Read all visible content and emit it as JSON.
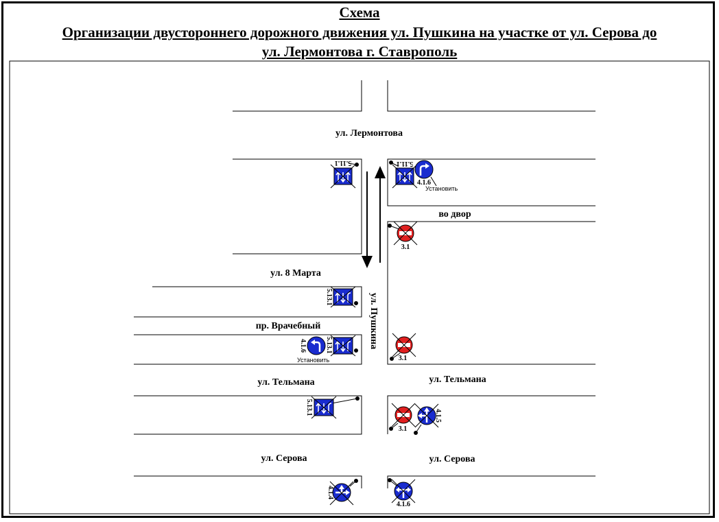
{
  "title": {
    "line1": "Схема",
    "line2": "Организации двустороннего дорожного движения ул. Пушкина на участке от ул. Серова до",
    "line3": "ул. Лермонтова г. Ставрополь"
  },
  "streets": {
    "lermontova": "ул. Лермонтова",
    "vo_dvor": "во двор",
    "march8": "ул. 8 Марта",
    "vrachebny": "пр. Врачебный",
    "pushkina": "ул. Пушкина",
    "telmana_left": "ул. Тельмана",
    "telmana_right": "ул. Тельмана",
    "serova_left": "ул. Серова",
    "serova_right": "ул. Серова"
  },
  "signs": {
    "s1": {
      "code": "5.11.1",
      "type": "lane-sign"
    },
    "s2": {
      "code": "5.11.1",
      "type": "lane-sign"
    },
    "s3": {
      "code": "4.1.6",
      "type": "turn-right-sign",
      "note": "Установить"
    },
    "s4": {
      "code": "3.1",
      "type": "no-entry-sign"
    },
    "s5": {
      "code": "5.13.1",
      "type": "lane-sign"
    },
    "s6": {
      "code": "5.13.1",
      "type": "lane-sign"
    },
    "s7": {
      "code": "4.1.6",
      "type": "turn-left-sign",
      "note": "Установить"
    },
    "s8": {
      "code": "3.1",
      "type": "no-entry-sign"
    },
    "s9": {
      "code": "5.13.1",
      "type": "lane-sign"
    },
    "s10": {
      "code": "3.1",
      "type": "no-entry-sign"
    },
    "s11": {
      "code": "4.1.5",
      "type": "straight-or-left-sign"
    },
    "s12": {
      "code": "4.1.4",
      "type": "straight-or-right-sign"
    },
    "s13": {
      "code": "4.1.6",
      "type": "left-or-right-sign"
    }
  },
  "colors": {
    "road_line": "#000000",
    "sign_blue": "#1a2ccf",
    "sign_red": "#e02020"
  }
}
